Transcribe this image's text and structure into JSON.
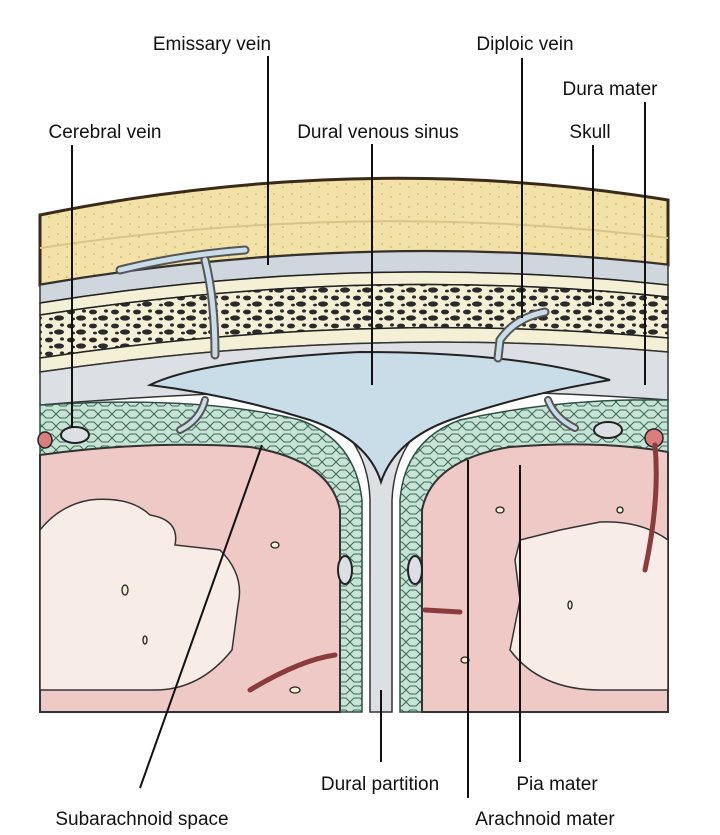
{
  "labels": {
    "emissary_vein": "Emissary vein",
    "diploic_vein": "Diploic vein",
    "dura_mater": "Dura mater",
    "cerebral_vein": "Cerebral vein",
    "dural_venous_sinus": "Dural venous sinus",
    "skull": "Skull",
    "subarachnoid_space": "Subarachnoid space",
    "dural_partition": "Dural partition",
    "pia_mater": "Pia mater",
    "arachnoid_mater": "Arachnoid mater"
  },
  "colors": {
    "scalp": "#f3e2a8",
    "bone": "#f4f0d6",
    "diploe": "#2a2a2a",
    "dura": "#dcdfe4",
    "sinus": "#c9dde8",
    "subarachnoid": "#c6e3d5",
    "brain": "#efc9c6",
    "white_matter": "#f8ece6"
  }
}
